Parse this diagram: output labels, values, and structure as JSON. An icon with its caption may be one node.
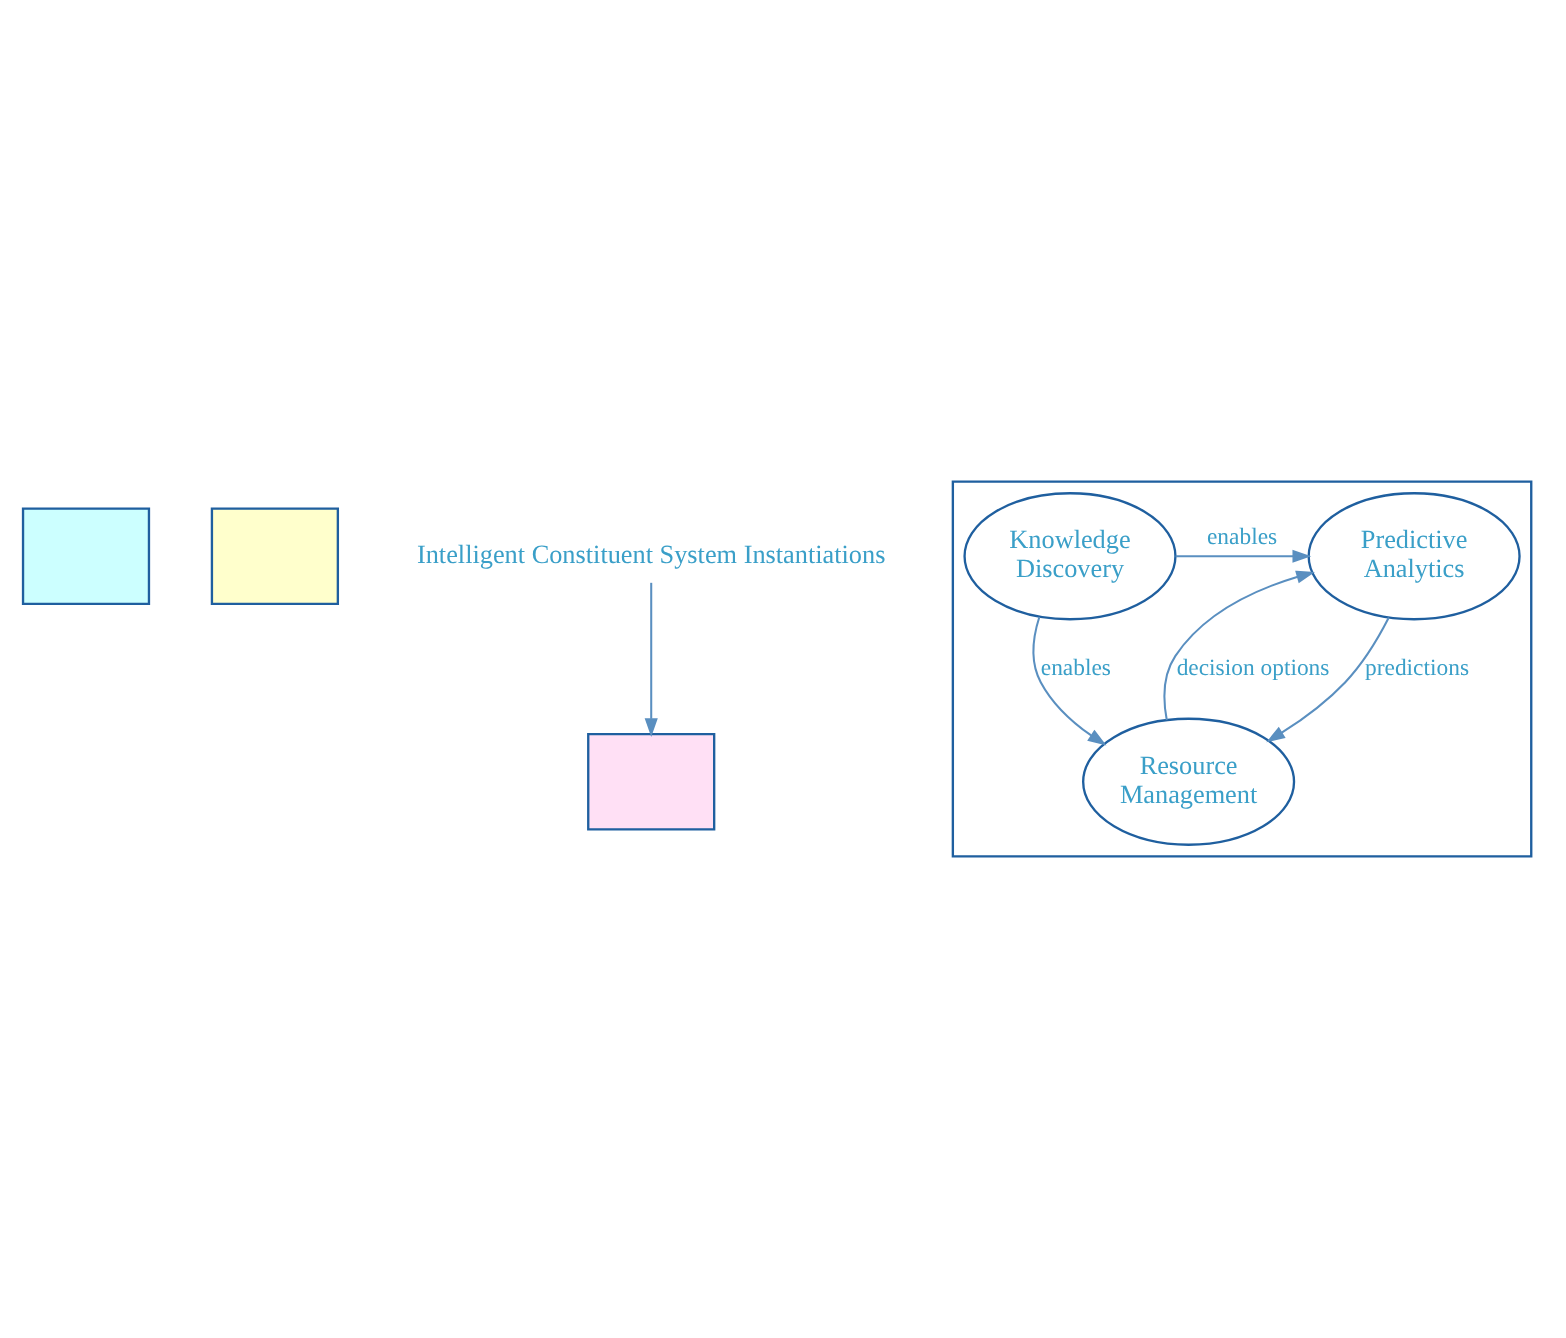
{
  "diagram": {
    "nodes": [
      {
        "text": [],
        "shape": "box"
      },
      {
        "text": [],
        "shape": "box"
      },
      {
        "text": [],
        "shape": "box"
      },
      {
        "text": [],
        "shape": "box"
      },
      {
        "text": [
          "Knowledge Discovery"
        ],
        "in": 3
      },
      {
        "text": [
          "Predictive Analytics"
        ],
        "in": 3
      },
      {
        "text": [
          "Resource Management"
        ],
        "in": 3
      },
      {
        "text": [
          "Intelligent Constituent System Instantiations"
        ]
      }
    ],
    "edges": [
      {
        "from": 4,
        "to": 5,
        "arrow": "to",
        "label": "enables"
      },
      {
        "from": 4,
        "to": 6,
        "arrow": "to",
        "label": "enables"
      },
      {
        "from": 5,
        "to": 6,
        "arrow": "to",
        "label": "predictions"
      },
      {
        "from": 6,
        "to": 5,
        "arrow": "to",
        "label": "decision options"
      },
      {
        "from": 7,
        "to": 2,
        "arrow": "to"
      }
    ]
  }
}
